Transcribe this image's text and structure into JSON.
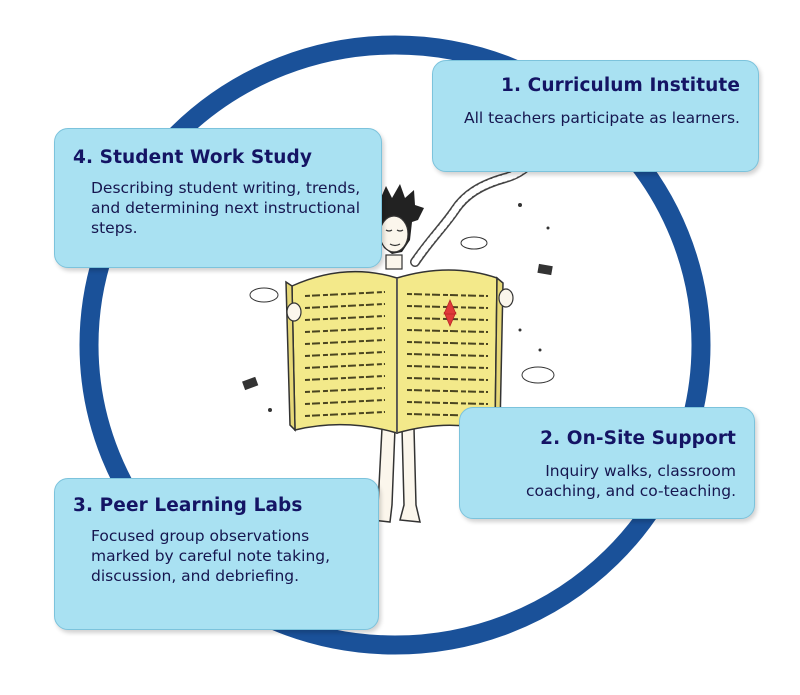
{
  "colors": {
    "ring": "#1a5199",
    "box_fill": "#a9e1f2",
    "title_text": "#141464",
    "book_page": "#f3e98a",
    "heart": "#e0393a"
  },
  "illustration": {
    "subject": "reader-with-open-book-icon"
  },
  "steps": [
    {
      "title": "1. Curriculum Institute",
      "description": "All teachers participate as learners."
    },
    {
      "title": "2. On-Site Support",
      "description": "Inquiry walks, classroom coaching, and co-teaching."
    },
    {
      "title": "3. Peer Learning Labs",
      "description": "Focused group observations marked by careful note taking, discussion, and debriefing."
    },
    {
      "title": "4. Student Work Study",
      "description": "Describing student writing, trends, and determining next instructional steps."
    }
  ]
}
